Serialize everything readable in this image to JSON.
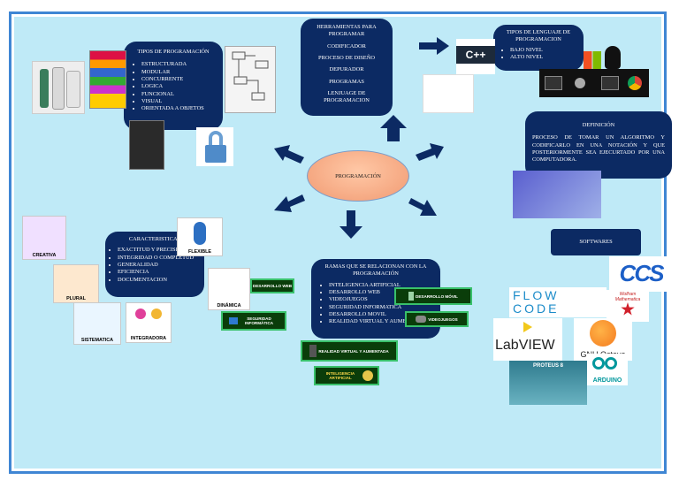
{
  "center": {
    "label": "PROGRAMACIÓN"
  },
  "herramientas": {
    "title": "HERRAMIENTAS PARA PROGRAMAR",
    "items": [
      "CODIFICADOR",
      "PROCESO DE DISEÑO",
      "DEPURADOR",
      "PROGRAMAS",
      "LENJUAGE DE PROGRAMACION"
    ]
  },
  "tipos_programacion": {
    "title": "TIPOS DE PROGRAMACIÓN",
    "items": [
      "ESTRUCTURADA",
      "MODULAR",
      "CONCURRENTE",
      "LOGICA",
      "FUNCIONAL",
      "VISUAL",
      "ORIENTADA A OBJETOS"
    ]
  },
  "tipos_lenguaje": {
    "title": "TIPOS DE LENGUAJE DE PROGRAMACION",
    "items": [
      "BAJO NIVEL",
      "ALTO NIVEL"
    ]
  },
  "definicion": {
    "title": "DEFINICIÓN",
    "text": "PROCESO DE TOMAR UN ALGORITMO Y CODIFICARLO EN UNA NOTACIÓN Y QUE POSTERIORMENTE SEA EJECURTADO POR UNA COMPUTADORA."
  },
  "caracteristicas": {
    "title": "CARACTERISTICAS",
    "items": [
      "EXACTITUD Y PRECISIÓN",
      "INTEGRIDAD O COMPLETUD",
      "GENERALIDAD",
      "EFICIENCIA",
      "DOCUMENTACION"
    ]
  },
  "ramas": {
    "title": "RAMAS QUE SE RELACIONAN CON LA PROGRAMACIÓN",
    "items": [
      "INTELIGENCIA ARTIFICIAL",
      "DESARROLLO WEB",
      "VIDEOJUEGOS",
      "SEGURIDAD INFORMATICA",
      "DESARROLLO MOVIL",
      "REALIDAD VIRTUAL Y AUMENTADA"
    ]
  },
  "softwares": {
    "title": "SOFTWARES"
  },
  "cards": {
    "creativa": "CREATIVA",
    "flexible": "FLEXIBLE",
    "plural": "PLURAL",
    "dinamica": "DINÁMICA",
    "sistematica": "SISTEMATICA",
    "integradora": "INTEGRADORA"
  },
  "tags": {
    "web": "DESARROLLO WEB",
    "seguridad": "SEGURIDAD INFORMÁTICA",
    "movil": "DESARROLLO MÓVIL",
    "videojuegos": "VIDEOJUEGOS",
    "realidad": "REALIDAD VIRTUAL Y AUMENTADA",
    "ia": "INTELIGENCIA ARTIFICIAL"
  },
  "logos": {
    "cpp": "C++",
    "ccs": "CCS",
    "flowcode": "FLOW CODE",
    "mathematica": "Wolfram Mathematica",
    "labview": "LabVIEW",
    "octave": "GNU Octave",
    "proteus": "PROTEUS 8",
    "arduino": "ARDUINO"
  },
  "colors": {
    "box": "#0c2a63",
    "canvas": "#bfeaf7",
    "frame": "#3f86d4",
    "center": "#f19a72",
    "tag_border": "#39c16b"
  }
}
